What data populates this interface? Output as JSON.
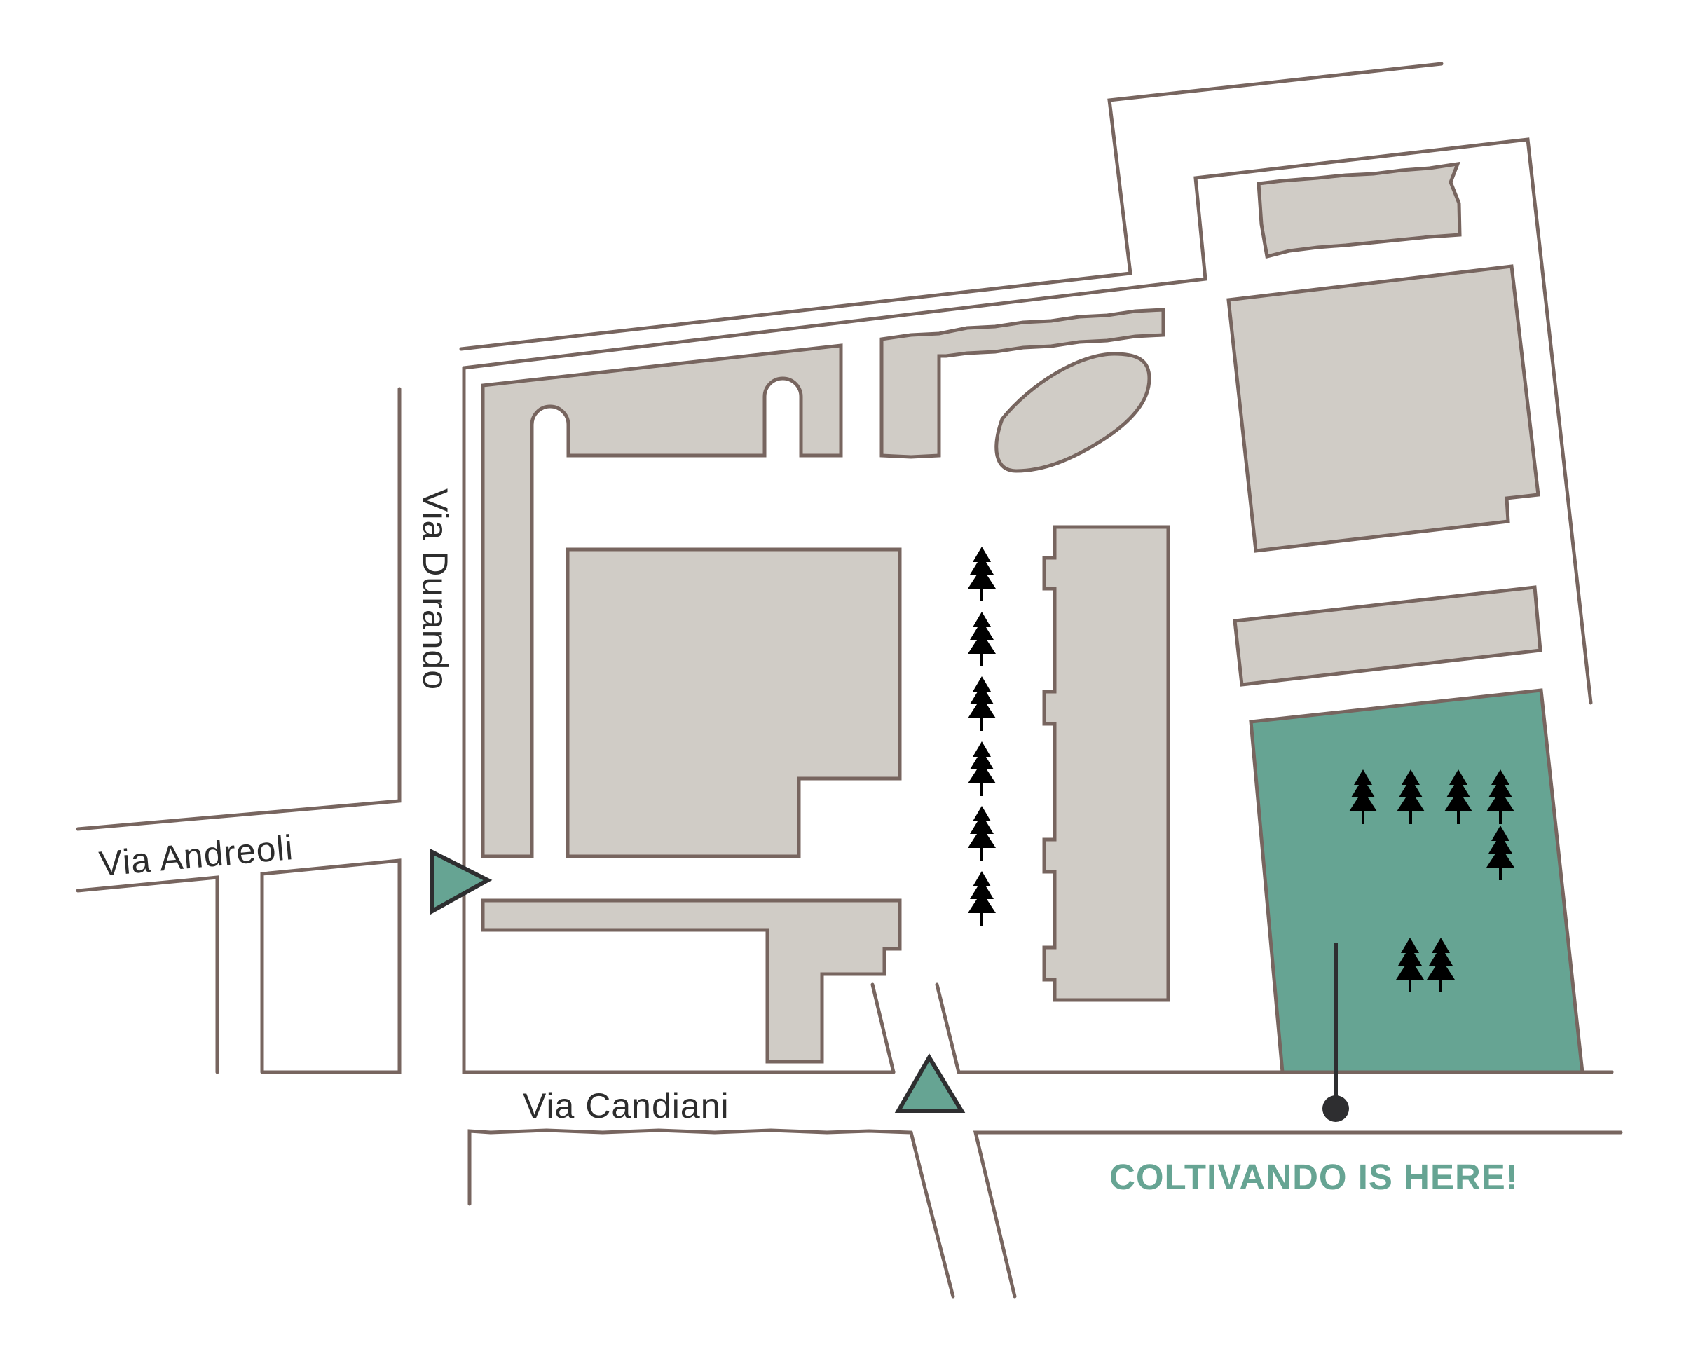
{
  "colors": {
    "road": "#77655f",
    "building_fill": "#d0ccc6",
    "park_fill": "#66a493",
    "marker": "#2e2e30",
    "tree": "#5a5a5c",
    "label_text": "#2d2d2d",
    "callout_text": "#66a493"
  },
  "streets": {
    "durando": "Via Durando",
    "andreoli": "Via Andreoli",
    "candiani": "Via Candiani"
  },
  "callout": "COLTIVANDO IS HERE!",
  "icons": {
    "entrance": "triangle-entrance-icon",
    "location": "location-pin-icon",
    "tree": "tree-icon"
  }
}
